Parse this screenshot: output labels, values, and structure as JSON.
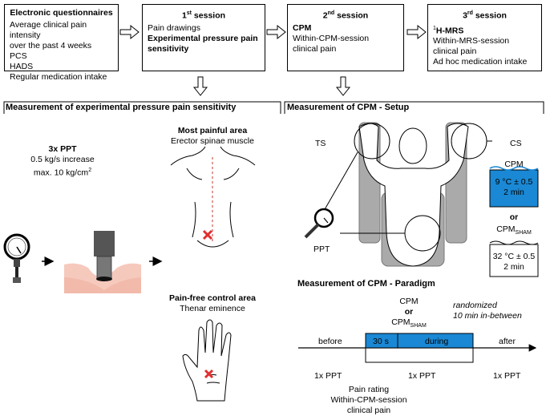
{
  "boxes": {
    "questionnaires": {
      "title": "Electronic questionnaires",
      "lines": [
        "Average clinical pain intensity",
        "over the past 4 weeks",
        "PCS",
        "HADS",
        "Regular medication intake"
      ]
    },
    "session1": {
      "title_num": "1",
      "title_sup": "st",
      "title_rest": " session",
      "line1": "Pain drawings",
      "line2": "Experimental pressure pain",
      "line3": "sensitivity"
    },
    "session2": {
      "title_num": "2",
      "title_sup": "nd",
      "title_rest": " session",
      "line1": "CPM",
      "line2": "Within-CPM-session",
      "line3": "clinical pain"
    },
    "session3": {
      "title_num": "3",
      "title_sup": "rd",
      "title_rest": " session",
      "pre": "1",
      "line1": "H-MRS",
      "line2": "Within-MRS-session",
      "line3": "clinical pain",
      "line4": "Ad hoc medication intake"
    }
  },
  "left_panel": {
    "header": "Measurement of experimental pressure pain sensitivity",
    "ppt_title": "3x PPT",
    "ppt_line1": "0.5 kg/s increase",
    "ppt_line2": "max. 10 kg/cm",
    "ppt_line2_sup": "2",
    "painful_title": "Most painful area",
    "painful_sub": "Erector spinae muscle",
    "control_title": "Pain-free control area",
    "control_sub": "Thenar eminence"
  },
  "right_panel": {
    "header": "Measurement of CPM - Setup",
    "ts": "TS",
    "cs": "CS",
    "ppt": "PPT",
    "cpm": "CPM",
    "cpm_temp": "9 °C ± 0.5",
    "cpm_time": "2 min",
    "or": "or",
    "sham_main": "CPM",
    "sham_sub": "SHAM",
    "sham_temp": "32 °C ± 0.5",
    "sham_time": "2 min",
    "cpm_color": "#1a88d4"
  },
  "paradigm": {
    "header": "Measurement of CPM - Paradigm",
    "cpm": "CPM",
    "or": "or",
    "sham_main": "CPM",
    "sham_sub": "SHAM",
    "randomized_1": "randomized",
    "randomized_2": "10 min in-between",
    "before": "before",
    "s30": "30 s",
    "during": "during",
    "after": "after",
    "ppt1": "1x PPT",
    "ppt2": "1x PPT",
    "ppt3": "1x PPT",
    "rating1": "Pain rating",
    "rating2": "Within-CPM-session",
    "rating3": "clinical pain"
  }
}
